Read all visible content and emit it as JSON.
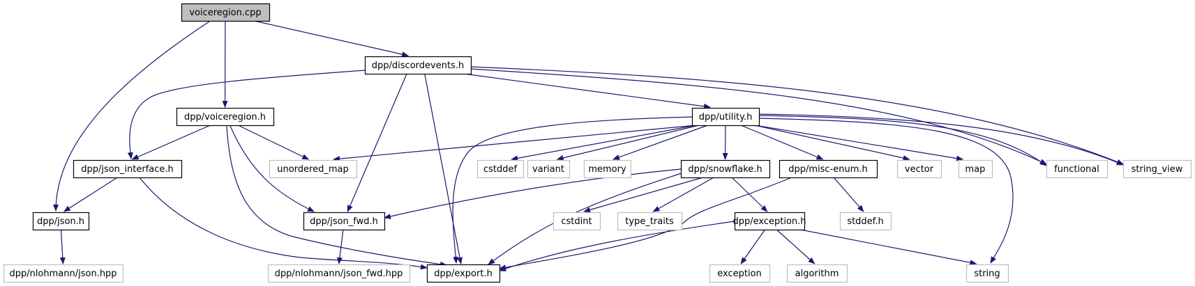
{
  "graph": {
    "title": "voiceregion.cpp include dependency graph",
    "edge_color": "#191970",
    "colors": {
      "root_fill": "#bfbfbf",
      "root_border": "#000000",
      "doc_border": "#000000",
      "ext_border": "#bfbfbf",
      "fill": "#ffffff"
    },
    "nodes": [
      {
        "id": "voiceregion_cpp",
        "label": "voiceregion.cpp",
        "kind": "root"
      },
      {
        "id": "discordevents_h",
        "label": "dpp/discordevents.h",
        "kind": "doc"
      },
      {
        "id": "voiceregion_h",
        "label": "dpp/voiceregion.h",
        "kind": "doc"
      },
      {
        "id": "utility_h",
        "label": "dpp/utility.h",
        "kind": "doc"
      },
      {
        "id": "json_interface_h",
        "label": "dpp/json_interface.h",
        "kind": "doc"
      },
      {
        "id": "unordered_map",
        "label": "unordered_map",
        "kind": "ext"
      },
      {
        "id": "cstddef",
        "label": "cstddef",
        "kind": "ext"
      },
      {
        "id": "variant",
        "label": "variant",
        "kind": "ext"
      },
      {
        "id": "memory",
        "label": "memory",
        "kind": "ext"
      },
      {
        "id": "snowflake_h",
        "label": "dpp/snowflake.h",
        "kind": "doc"
      },
      {
        "id": "misc_enum_h",
        "label": "dpp/misc-enum.h",
        "kind": "doc"
      },
      {
        "id": "vector",
        "label": "vector",
        "kind": "ext"
      },
      {
        "id": "map",
        "label": "map",
        "kind": "ext"
      },
      {
        "id": "functional",
        "label": "functional",
        "kind": "ext"
      },
      {
        "id": "string_view",
        "label": "string_view",
        "kind": "ext"
      },
      {
        "id": "json_h",
        "label": "dpp/json.h",
        "kind": "doc"
      },
      {
        "id": "json_fwd_h",
        "label": "dpp/json_fwd.h",
        "kind": "doc"
      },
      {
        "id": "cstdint",
        "label": "cstdint",
        "kind": "ext"
      },
      {
        "id": "type_traits",
        "label": "type_traits",
        "kind": "ext"
      },
      {
        "id": "exception_h",
        "label": "dpp/exception.h",
        "kind": "doc"
      },
      {
        "id": "stddef_h",
        "label": "stddef.h",
        "kind": "ext"
      },
      {
        "id": "nlohmann_json_hpp",
        "label": "dpp/nlohmann/json.hpp",
        "kind": "ext"
      },
      {
        "id": "nlohmann_json_fwd_hpp",
        "label": "dpp/nlohmann/json_fwd.hpp",
        "kind": "ext"
      },
      {
        "id": "export_h",
        "label": "dpp/export.h",
        "kind": "doc"
      },
      {
        "id": "exception",
        "label": "exception",
        "kind": "ext"
      },
      {
        "id": "algorithm",
        "label": "algorithm",
        "kind": "ext"
      },
      {
        "id": "string",
        "label": "string",
        "kind": "ext"
      }
    ],
    "edges": [
      {
        "from": "voiceregion_cpp",
        "to": "json_h"
      },
      {
        "from": "voiceregion_cpp",
        "to": "voiceregion_h"
      },
      {
        "from": "voiceregion_cpp",
        "to": "discordevents_h"
      },
      {
        "from": "discordevents_h",
        "to": "json_interface_h"
      },
      {
        "from": "discordevents_h",
        "to": "json_fwd_h"
      },
      {
        "from": "discordevents_h",
        "to": "export_h"
      },
      {
        "from": "discordevents_h",
        "to": "utility_h"
      },
      {
        "from": "discordevents_h",
        "to": "functional"
      },
      {
        "from": "discordevents_h",
        "to": "string_view"
      },
      {
        "from": "voiceregion_h",
        "to": "json_interface_h"
      },
      {
        "from": "voiceregion_h",
        "to": "unordered_map"
      },
      {
        "from": "voiceregion_h",
        "to": "json_fwd_h"
      },
      {
        "from": "voiceregion_h",
        "to": "export_h"
      },
      {
        "from": "json_interface_h",
        "to": "json_h"
      },
      {
        "from": "json_interface_h",
        "to": "export_h"
      },
      {
        "from": "json_h",
        "to": "nlohmann_json_hpp"
      },
      {
        "from": "json_fwd_h",
        "to": "nlohmann_json_fwd_hpp"
      },
      {
        "from": "utility_h",
        "to": "unordered_map"
      },
      {
        "from": "utility_h",
        "to": "export_h"
      },
      {
        "from": "utility_h",
        "to": "cstddef"
      },
      {
        "from": "utility_h",
        "to": "variant"
      },
      {
        "from": "utility_h",
        "to": "memory"
      },
      {
        "from": "utility_h",
        "to": "snowflake_h"
      },
      {
        "from": "utility_h",
        "to": "misc_enum_h"
      },
      {
        "from": "utility_h",
        "to": "vector"
      },
      {
        "from": "utility_h",
        "to": "map"
      },
      {
        "from": "utility_h",
        "to": "functional"
      },
      {
        "from": "utility_h",
        "to": "string_view"
      },
      {
        "from": "utility_h",
        "to": "string"
      },
      {
        "from": "snowflake_h",
        "to": "json_fwd_h"
      },
      {
        "from": "snowflake_h",
        "to": "export_h"
      },
      {
        "from": "snowflake_h",
        "to": "cstdint"
      },
      {
        "from": "snowflake_h",
        "to": "type_traits"
      },
      {
        "from": "snowflake_h",
        "to": "exception_h"
      },
      {
        "from": "misc_enum_h",
        "to": "export_h"
      },
      {
        "from": "misc_enum_h",
        "to": "stddef_h"
      },
      {
        "from": "exception_h",
        "to": "export_h"
      },
      {
        "from": "exception_h",
        "to": "exception"
      },
      {
        "from": "exception_h",
        "to": "algorithm"
      },
      {
        "from": "exception_h",
        "to": "string"
      }
    ]
  }
}
